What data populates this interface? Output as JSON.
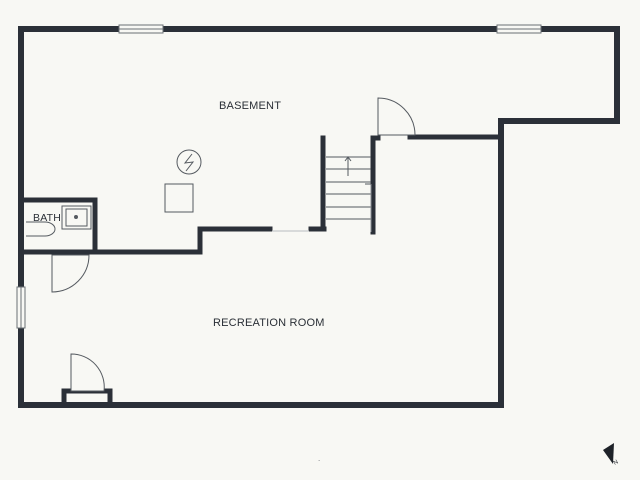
{
  "rooms": {
    "basement": "BASEMENT",
    "bath": "BATH",
    "recreation": "RECREATION ROOM"
  },
  "icons": {
    "water_heater": "lightning-circle-icon",
    "furnace": "square-unit-icon",
    "compass": "north-arrow-icon",
    "stairs_direction": "up-arrow-icon"
  },
  "colors": {
    "wall": "#2b3038",
    "background": "#f8f8f4",
    "fixture": "#555a60"
  },
  "compass": {
    "label": "N"
  },
  "footer": {
    "mark": "."
  }
}
